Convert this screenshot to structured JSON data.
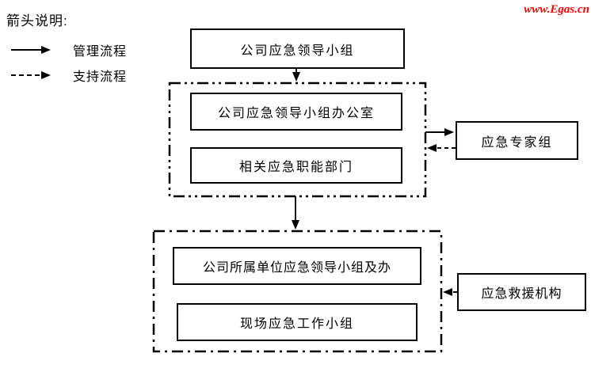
{
  "watermark": {
    "text": "www.Egas.cn",
    "color": "#ff0000"
  },
  "legend": {
    "title": "箭头说明:",
    "items": [
      {
        "label": "管理流程",
        "line_style": "solid"
      },
      {
        "label": "支持流程",
        "line_style": "dashed"
      }
    ]
  },
  "nodes": {
    "company_leading_group": {
      "label": "公司应急领导小组"
    },
    "leading_group_office": {
      "label": "公司应急领导小组办公室"
    },
    "related_departments": {
      "label": "相关应急职能部门"
    },
    "expert_group": {
      "label": "应急专家组"
    },
    "subordinate_unit_group": {
      "label": "公司所属单位应急领导小组及办"
    },
    "field_work_group": {
      "label": "现场应急工作小组"
    },
    "rescue_agency": {
      "label": "应急救援机构"
    }
  },
  "edges": [
    {
      "from": "company_leading_group",
      "to": "company_container",
      "type": "management"
    },
    {
      "from": "company_container",
      "to": "expert_group",
      "type": "management"
    },
    {
      "from": "expert_group",
      "to": "company_container",
      "type": "support"
    },
    {
      "from": "company_container",
      "to": "unit_container",
      "type": "management"
    },
    {
      "from": "rescue_agency",
      "to": "unit_container",
      "type": "support"
    }
  ],
  "colors": {
    "line": "#000000",
    "watermark": "#ff0000",
    "background": "#ffffff"
  }
}
